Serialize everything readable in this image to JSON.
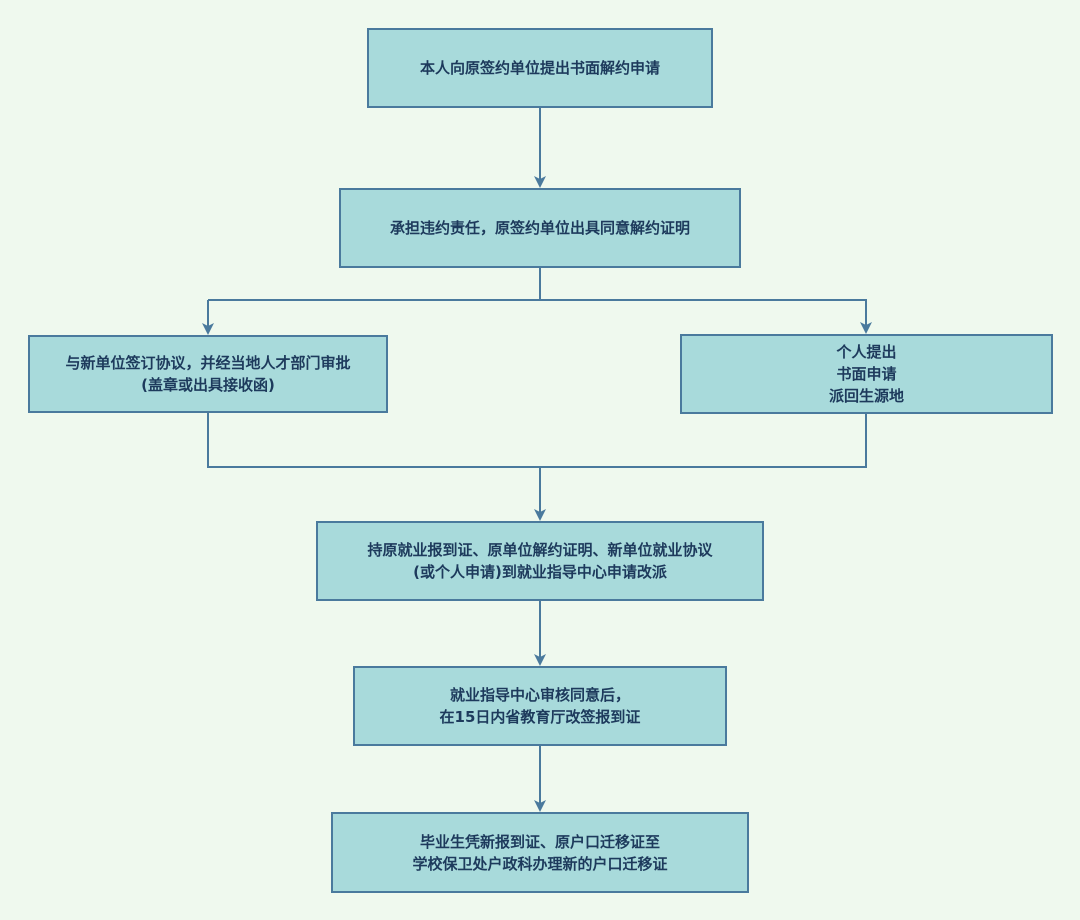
{
  "colors": {
    "background": "#eff9ee",
    "box_fill": "#a8dadb",
    "box_border": "#4a7a9d",
    "text": "#1d3a5c",
    "arrow": "#4a7a9d"
  },
  "nodes": {
    "n1": {
      "lines": [
        "本人向原签约单位提出书面解约申请"
      ]
    },
    "n2": {
      "lines": [
        "承担违约责任，原签约单位出具同意解约证明"
      ]
    },
    "n3": {
      "lines": [
        "与新单位签订协议，并经当地人才部门审批",
        "(盖章或出具接收函)"
      ]
    },
    "n4": {
      "lines": [
        "个人提出",
        "书面申请",
        "派回生源地"
      ]
    },
    "n5": {
      "lines": [
        "持原就业报到证、原单位解约证明、新单位就业协议",
        "(或个人申请)到就业指导中心申请改派"
      ]
    },
    "n6": {
      "lines": [
        "就业指导中心审核同意后，",
        "在15日内省教育厅改签报到证"
      ]
    },
    "n7": {
      "lines": [
        "毕业生凭新报到证、原户口迁移证至",
        "学校保卫处户政科办理新的户口迁移证"
      ]
    }
  }
}
